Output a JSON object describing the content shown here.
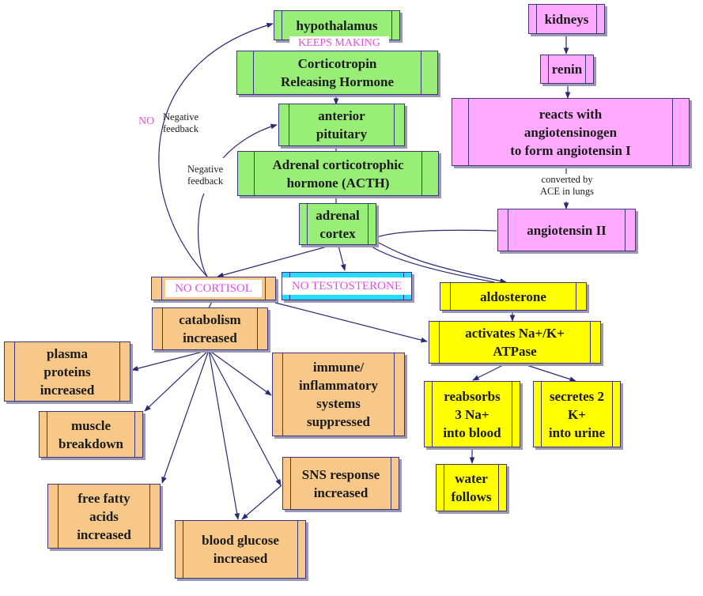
{
  "diagram": {
    "nodes": {
      "hypothalamus": "hypothalamus",
      "crh": "Corticotropin\nReleasing Hormone",
      "anterior_pituitary": "anterior\npituitary",
      "acth": "Adrenal corticotrophic\nhormone (ACTH)",
      "adrenal_cortex": "adrenal\ncortex",
      "kidneys": "kidneys",
      "renin": "renin",
      "angiotensin_i": "reacts with\nangiotensinogen\nto form angiotensin I",
      "angiotensin_ii": "angiotensin II",
      "no_cortisol": "NO CORTISOL",
      "no_testosterone": "NO TESTOSTERONE",
      "aldosterone": "aldosterone",
      "atpase": "activates Na+/K+\nATPase",
      "reabsorbs": "reabsorbs\n3 Na+\ninto blood",
      "secretes": "secretes 2\nK+\ninto urine",
      "water": "water\nfollows",
      "catabolism": "catabolism\nincreased",
      "plasma_proteins": "plasma\nproteins\nincreased",
      "muscle": "muscle\nbreakdown",
      "free_fatty_acids": "free fatty\nacids\nincreased",
      "immune": "immune/\ninflammatory\nsystems\nsuppressed",
      "sns": "SNS response\nincreased",
      "blood_glucose": "blood glucose\nincreased"
    },
    "annotations": {
      "keeps_making": "KEEPS MAKING",
      "no": "NO",
      "negative_feedback_outer": "Negative\nfeedback",
      "negative_feedback_inner": "Negative\nfeedback",
      "converted_by": "converted by\nACE in lungs"
    },
    "colors": {
      "hpa_axis": "#99ee77",
      "raas": "#ffaaff",
      "cortisol_effects": "#f8c888",
      "aldosterone_effects": "#ffff00",
      "testosterone": "#22ddff",
      "negation_text": "#e34fe0",
      "edge": "#2a2878"
    }
  }
}
